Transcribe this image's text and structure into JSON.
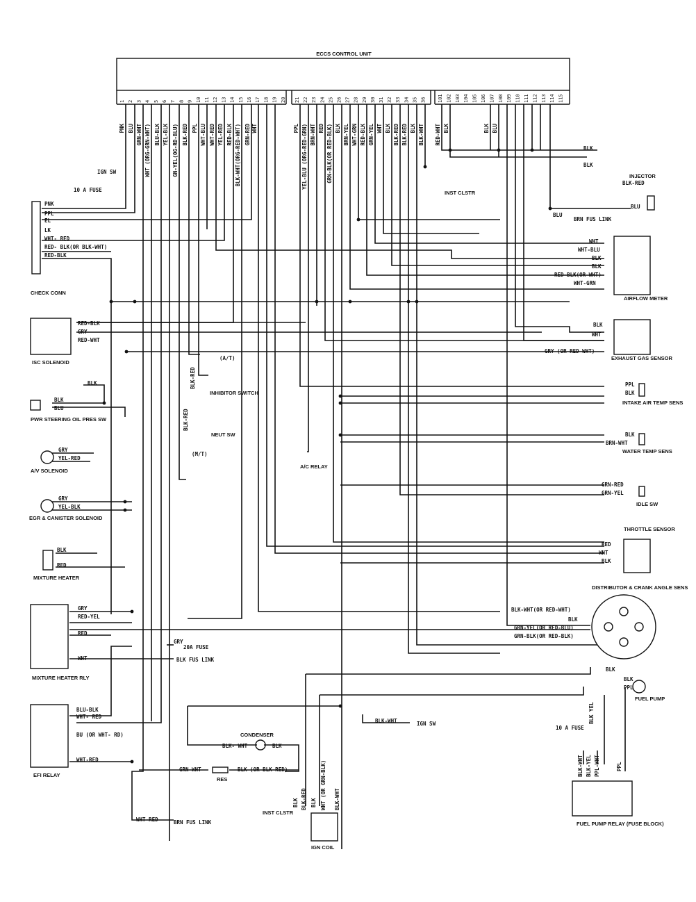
{
  "ecu": {
    "title": "ECCS CONTROL UNIT",
    "pins": [
      "1",
      "2",
      "3",
      "4",
      "5",
      "6",
      "7",
      "8",
      "9",
      "10",
      "11",
      "12",
      "13",
      "14",
      "15",
      "16",
      "17",
      "18",
      "19",
      "20",
      "21",
      "22",
      "23",
      "24",
      "25",
      "26",
      "27",
      "28",
      "29",
      "30",
      "31",
      "32",
      "33",
      "34",
      "35",
      "36",
      "101",
      "102",
      "103",
      "104",
      "105",
      "106",
      "107",
      "108",
      "109",
      "110",
      "111",
      "112",
      "113",
      "114",
      "115"
    ],
    "wires": [
      "PNK",
      "BLU",
      "GRN-WHT",
      "WHT (ORG-GRN-WHT)",
      "BLU-BLK",
      "YEL-BLK",
      "GN-YEL(OG-RD-BLU)",
      "BLK-RED",
      "PPL",
      "WHT-BLU",
      "WHT-RED",
      "YEL-RED",
      "RED-BLK",
      "BLK-WHT(ORG-RED-WHT)",
      "GRN-RED",
      "WHT",
      "PPL",
      "YEL-BLU (ORG-RED-GRN)",
      "BRN-WHT",
      "RED",
      "GRN-BLK(OR RED-BLK)",
      "BLK",
      "BRN-YEL",
      "WHT-GRN",
      "RED-BLK",
      "GRN-YEL",
      "WHT",
      "BLK",
      "BLK-RED",
      "BLK-RED",
      "BLK",
      "BLK-WHT",
      "RED-WHT",
      "BLK",
      "BLK",
      "BLU"
    ]
  },
  "components": {
    "ign_sw": "IGN SW",
    "fuse_10a_left": "10 A FUSE",
    "check_conn": "CHECK CONN",
    "check_wires": [
      "PNK",
      "PPL",
      "EL",
      "LK",
      "WHT- RED",
      "RED- BLK(OR BLK-WHT)",
      "RED-BLK"
    ],
    "isc_solenoid": "ISC SOLENOID",
    "isc_wires": [
      "RED-BLK",
      "GRY",
      "RED-WHT"
    ],
    "pwr_steering": "PWR STEERING OIL PRES SW",
    "pwr_wires": [
      "BLK",
      "BLK",
      "BLU"
    ],
    "av_solenoid": "A/V SOLENOID",
    "av_wires": [
      "GRY",
      "YEL-RED"
    ],
    "egr": "EGR & CANISTER SOLENOID",
    "egr_wires": [
      "GRY",
      "YEL-BLK"
    ],
    "mixture_heater": "MIXTURE HEATER",
    "mh_wires": [
      "BLK",
      "RED"
    ],
    "mixture_heater_rly": "MIXTURE HEATER RLY",
    "mhr_wires": [
      "GRY",
      "RED-YEL",
      "RED",
      "WHT"
    ],
    "fuse_20a": "20A FUSE",
    "blk_fus_link": "BLK FUS LINK",
    "efi_relay": "EFI RELAY",
    "efi_wires": [
      "BLU-BLK",
      "WHT- RED",
      "BU (OR WHT- RD)",
      "WHT-RED"
    ],
    "brn_fus_link_bottom": "BRN FUS LINK",
    "wht_red_bottom": "WHT-RED",
    "inst_clstr_top": "INST CLSTR",
    "injector": "INJECTOR",
    "injector_wire": "BLK-RED",
    "blk_top": "BLK",
    "blu_inj": "BLU",
    "brn_fus_link_top": "BRN FUS LINK",
    "blu_fus": "BLU",
    "airflow_meter": "AIRFLOW METER",
    "airflow_wires": [
      "WHT",
      "WHT-BLU",
      "BLK",
      "BLK",
      "RED-BLK(OR WHT)",
      "WHT-GRN"
    ],
    "exhaust_gas": "EXHAUST GAS SENSOR",
    "exhaust_wires": [
      "BLK",
      "WHT",
      "GRY (OR RED-WHT)"
    ],
    "at_label": "(A/T)",
    "mt_label": "(M/T)",
    "inhibitor_switch": "INHIBITOR SWITCH",
    "neut_sw": "NEUT SW",
    "blk_red_v1": "BLK-RED",
    "blk_red_v2": "BLK-RED",
    "ac_relay": "A/C RELAY",
    "intake_air": "INTAKE AIR TEMP SENS",
    "intake_wires": [
      "PPL",
      "BLK"
    ],
    "water_temp": "WATER TEMP SENS",
    "water_wires": [
      "BLK",
      "BRN-WHT"
    ],
    "idle_sw": "IDLE SW",
    "idle_wires": [
      "GRN-RED",
      "GRN-YEL"
    ],
    "throttle": "THROTTLE SENSOR",
    "throttle_wires": [
      "RED",
      "WHT",
      "BLK"
    ],
    "distributor": "DISTRIBUTOR & CRANK ANGLE SENS",
    "dist_wires": [
      "BLK-WHT(OR RED-WHT)",
      "BLK",
      "GRN-YEL(OR RED-BLU)",
      "GRN-BLK(OR RED-BLK)"
    ],
    "dist_blk": "BLK",
    "fuel_pump": "FUEL PUMP",
    "fp_wires": [
      "BLK",
      "PPL"
    ],
    "fuse_10a_right": "10 A FUSE",
    "blk_yel": "BLK YEL",
    "fuel_pump_relay": "FUEL PUMP RELAY (FUSE BLOCK)",
    "fpr_wires": [
      "BLK-WHT",
      "BLK-YEL",
      "PPL-WHT",
      "PPL"
    ],
    "condenser": "CONDENSER",
    "cond_wires": [
      "BLK- WHT",
      "BLK"
    ],
    "res": "RES",
    "res_wires": [
      "GRN-WHT",
      "BLK (OR BLK-RED)"
    ],
    "ign_coil": "IGN COIL",
    "coil_wires": [
      "BLK",
      "BLK-RED",
      "BLK",
      "WHT (OR GRN-BLK)",
      "BLK-WHT"
    ],
    "inst_clstr_bottom": "INST CLSTR",
    "blk_wht_ign": "BLK-WHT",
    "ign_sw_bottom": "IGN SW"
  }
}
